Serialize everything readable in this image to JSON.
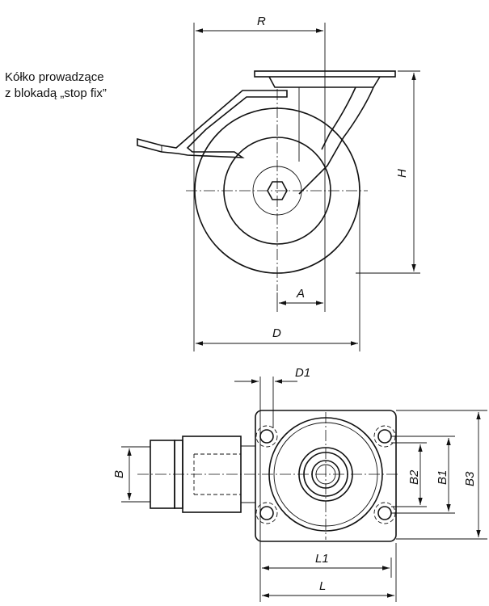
{
  "caption": {
    "line1": "Kółko prowadzące",
    "line2": "z blokadą „stop fix”"
  },
  "dimensions": {
    "R": "R",
    "H": "H",
    "A": "A",
    "D": "D",
    "D1": "D1",
    "B": "B",
    "B1": "B1",
    "B2": "B2",
    "B3": "B3",
    "L": "L",
    "L1": "L1"
  }
}
